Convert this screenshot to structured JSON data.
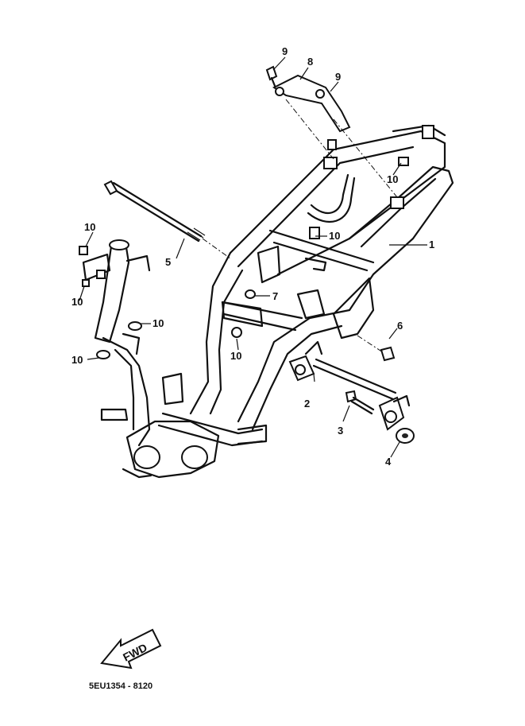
{
  "diagram": {
    "callouts": {
      "c1": "1",
      "c2": "2",
      "c3": "3",
      "c4": "4",
      "c5": "5",
      "c6": "6",
      "c7": "7",
      "c8": "8",
      "c9a": "9",
      "c9b": "9",
      "c10a": "10",
      "c10b": "10",
      "c10c": "10",
      "c10d": "10",
      "c10e": "10",
      "c10f": "10",
      "c10g": "10"
    },
    "fwd_label": "FWD",
    "drawing_code": "5EU1354 - 8120"
  }
}
